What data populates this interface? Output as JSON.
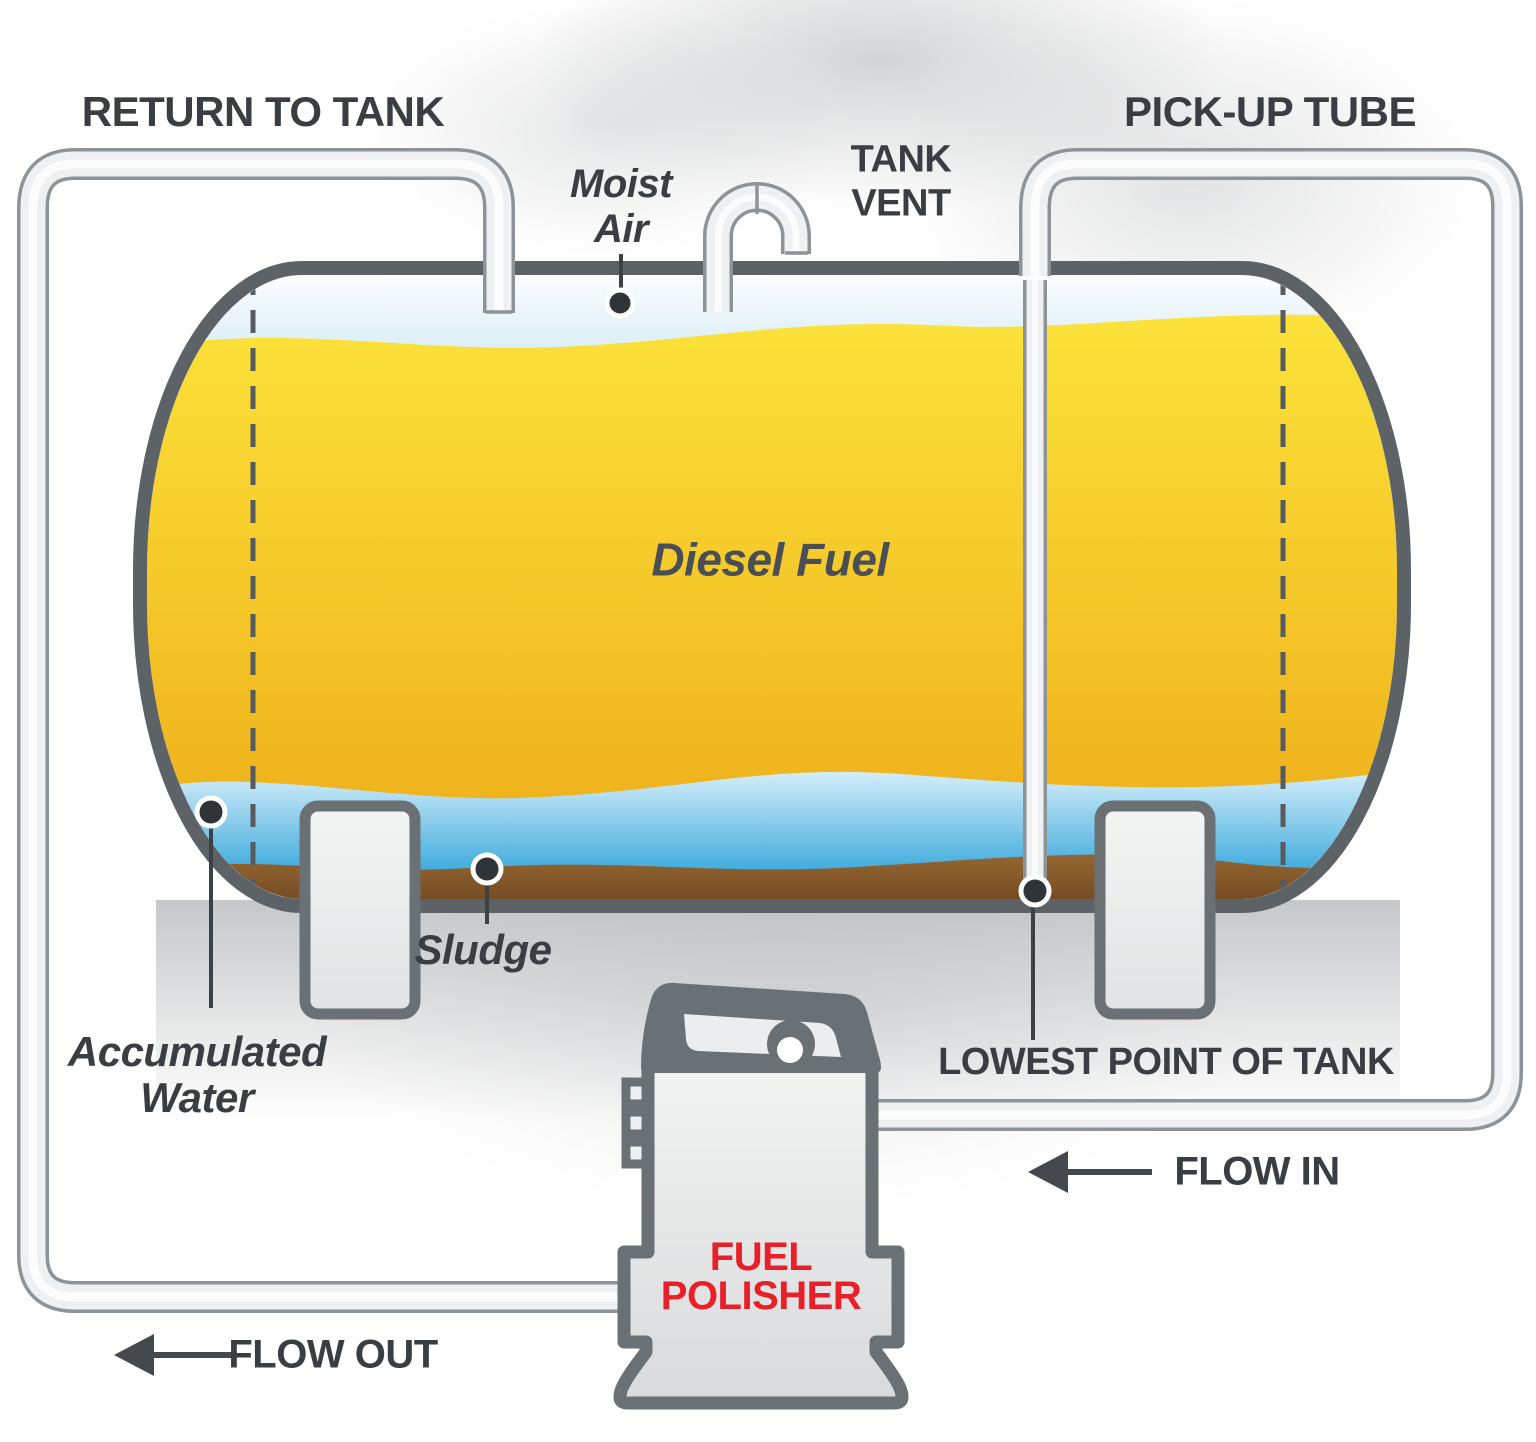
{
  "labels": {
    "return_to_tank": "RETURN TO TANK",
    "pick_up_tube": "PICK-UP TUBE",
    "tank_vent_line1": "TANK",
    "tank_vent_line2": "VENT",
    "moist_air_line1": "Moist",
    "moist_air_line2": "Air",
    "diesel_fuel": "Diesel Fuel",
    "sludge": "Sludge",
    "accumulated_water_line1": "Accumulated",
    "accumulated_water_line2": "Water",
    "lowest_point": "LOWEST POINT OF TANK",
    "flow_in": "FLOW IN",
    "flow_out": "FLOW OUT",
    "fuel_polisher_line1": "FUEL",
    "fuel_polisher_line2": "POLISHER"
  },
  "colors": {
    "fuel_top": "#fce43b",
    "fuel_bottom": "#efb31d",
    "water_top": "#e9f7fd",
    "water_bottom": "#36a7db",
    "sludge_top": "#a06e36",
    "sludge_bottom": "#6e4820",
    "air_top": "#ffffff",
    "air_bottom": "#d2e9f3",
    "tank_outline": "#5d6267",
    "pipe_outline": "#8e9397",
    "pipe_fill": "#eef0f1",
    "metal_dark": "#6b7074",
    "machine_top": "#f2f3f3",
    "machine_bottom": "#d9dadb",
    "leg_top": "#f3f4f4",
    "leg_bottom": "#e2e3e4",
    "label_color": "#3a3e42",
    "diesel_label_color": "#4a4f55",
    "red": "#e7202a",
    "dot": "#2f3438",
    "leader": "#3c4145",
    "dash": "#565b60",
    "arrow": "#45484c"
  }
}
